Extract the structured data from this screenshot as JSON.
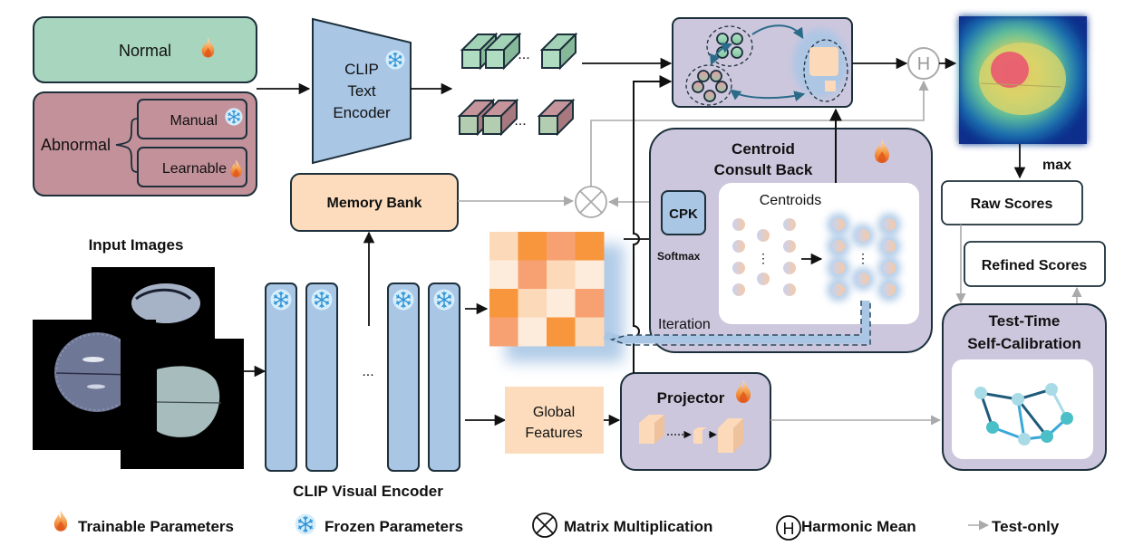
{
  "prompts": {
    "normal": "Normal",
    "abnormal": "Abnormal",
    "manual": "Manual",
    "learnable": "Learnable"
  },
  "text_encoder": {
    "line1": "CLIP",
    "line2": "Text",
    "line3": "Encoder"
  },
  "memory_bank": "Memory Bank",
  "input_images_title": "Input Images",
  "visual_encoder_label": "CLIP Visual Encoder",
  "ellipsis": "...",
  "global_features": {
    "line1": "Global",
    "line2": "Features"
  },
  "projector": "Projector",
  "ccb": {
    "title_line1": "Centroid",
    "title_line2": "Consult Back",
    "cpk": "CPK",
    "softmax": "Softmax",
    "centroids": "Centroids",
    "iteration": "Iteration",
    "vertical_dots": "⋮"
  },
  "harmonic_symbol": "H",
  "max_label": "max",
  "raw_scores": "Raw Scores",
  "refined_scores": "Refined Scores",
  "ttsc": {
    "line1": "Test-Time",
    "line2": "Self-Calibration"
  },
  "legend": {
    "trainable": "Trainable Parameters",
    "frozen": "Frozen Parameters",
    "matmul": "Matrix Multiplication",
    "harmonic": "Harmonic Mean",
    "harmonic_symbol": "H",
    "test_only": "Test-only"
  },
  "colors": {
    "normal_fill": "#a8d5bd",
    "abnormal_fill": "#c3919a",
    "encoder_fill": "#a9c6e5",
    "memory_fill": "#fcdcbd",
    "module_fill": "#ccc7dd",
    "stroke": "#1c2f3a",
    "test_only_gray": "#aaaaaa",
    "flame_orange": "#ef7a21",
    "snow_blue": "#3b9ad6"
  },
  "similarity_matrix": [
    [
      "#fcd9b8",
      "#f7963c",
      "#f7a173",
      "#f7963c"
    ],
    [
      "#fdebdb",
      "#f7a173",
      "#fcd9b8",
      "#fdebdb"
    ],
    [
      "#f7963c",
      "#fcd9b8",
      "#fdebdb",
      "#f7a173"
    ],
    [
      "#f7a173",
      "#fdebdb",
      "#f7963c",
      "#fcd9b8"
    ]
  ]
}
